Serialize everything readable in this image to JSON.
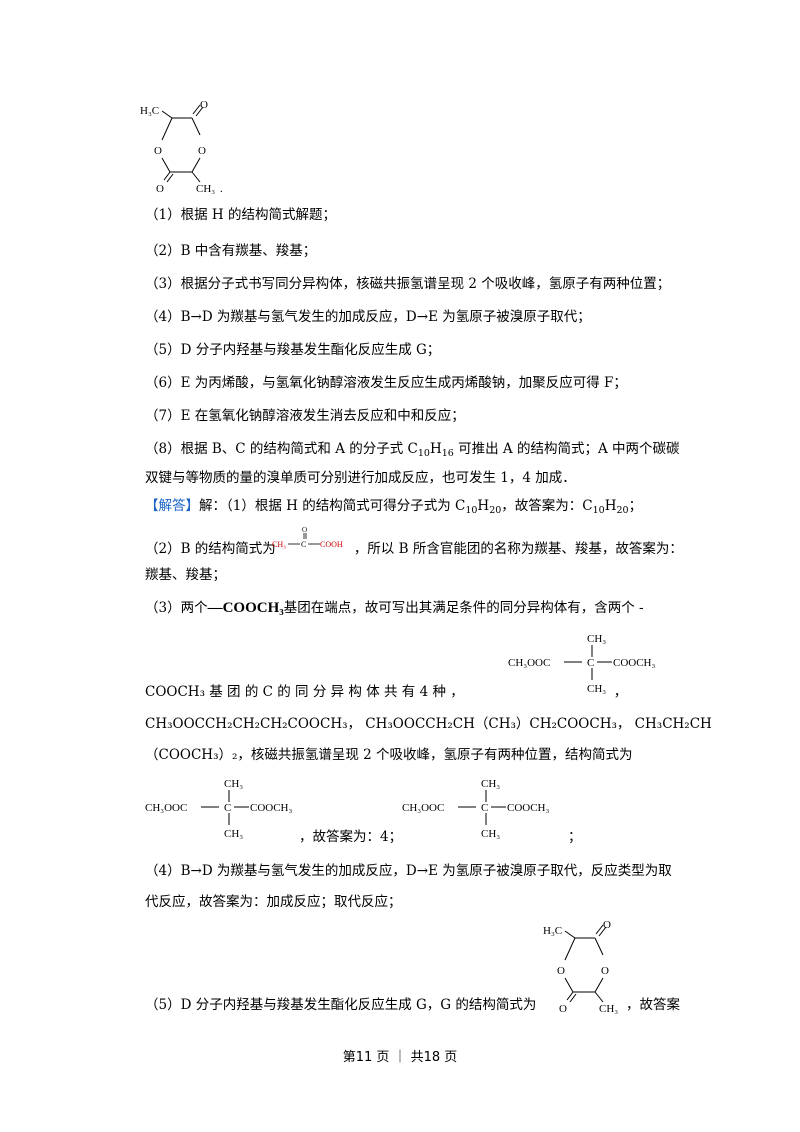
{
  "structures": {
    "ring_h3c": "H₃C",
    "ring_ch3": "CH₃",
    "ring_o": "O",
    "period": ".",
    "chain_ch3": "CH₃",
    "chain_left": "CH₃OOC",
    "chain_right": "COOCH₃",
    "chain_c": "C",
    "acid_left": "CH₃",
    "acid_right": "COOH",
    "acid_o": "O",
    "cooch3_big": "—COOCH₃"
  },
  "lines": {
    "l1": "（1）根据 H 的结构简式解题；",
    "l2": "（2）B 中含有羰基、羧基；",
    "l3": "（3）根据分子式书写同分异构体，核磁共振氢谱呈现 2 个吸收峰，氢原子有两种位置；",
    "l4": "（4）B→D 为羰基与氢气发生的加成反应，D→E 为氢原子被溴原子取代；",
    "l5": "（5）D 分子内羟基与羧基发生酯化反应生成 G；",
    "l6": "（6）E 为丙烯酸，与氢氧化钠醇溶液发生反应生成丙烯酸钠，加聚反应可得 F；",
    "l7": "（7）E 在氢氧化钠醇溶液发生消去反应和中和反应；",
    "l8a": "（8）根据 B、C 的结构简式和 A 的分子式 C",
    "l8a_sub1": "10",
    "l8a_mid": "H",
    "l8a_sub2": "16",
    "l8a_end": " 可推出 A 的结构简式；A 中两个碳碳",
    "l8b": "双键与等物质的量的溴单质可分别进行加成反应，也可发生 1，4 加成．",
    "ans_tag": "【解答】",
    "ans1a": "解：（1）根据 H 的结构简式可得分子式为 C",
    "ans1_s1": "10",
    "ans1b": "H",
    "ans1_s2": "20",
    "ans1c": "，故答案为：C",
    "ans1_s3": "10",
    "ans1d": "H",
    "ans1_s4": "20",
    "ans1e": "；",
    "ans2a": "（2）B 的结构简式为",
    "ans2b": "，所以 B 所含官能团的名称为羰基、羧基，故答案为：",
    "ans2c": "羰基、羧基；",
    "ans3a": "（3）两个",
    "ans3b": "基团在端点，故可写出其满足条件的同分异构体有，含两个 -",
    "ans3c": "COOCH₃ 基 团 的 C 的 同 分 异 构 体 共 有 4 种 ，",
    "ans3c_end": "，",
    "ans3d": "CH₃OOCCH₂CH₂CH₂COOCH₃， CH₃OOCCH₂CH（CH₃）CH₂COOCH₃， CH₃CH₂CH",
    "ans3e": "（COOCH₃）₂，核磁共振氢谱呈现 2 个吸收峰，氢原子有两种位置，结构简式为",
    "ans3f": "，故答案为：4；",
    "ans3f_end": "；",
    "ans4a": "（4）B→D 为羰基与氢气发生的加成反应，D→E 为氢原子被溴原子取代，反应类型为取",
    "ans4b": "代反应，故答案为：加成反应；取代反应；",
    "ans5": "（5）D 分子内羟基与羧基发生酯化反应生成 G，G 的结构简式为",
    "ans5_end": "，故答案"
  },
  "footer": "第11 页 ｜ 共18 页"
}
